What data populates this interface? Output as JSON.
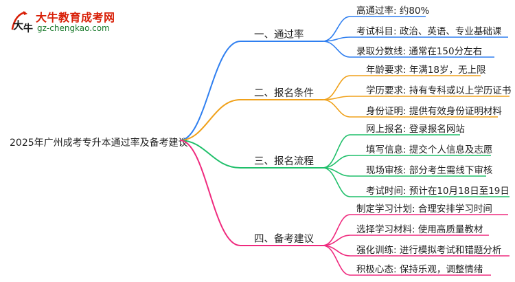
{
  "logo": {
    "name": "大牛教育成考网",
    "url": "gz-chengkao.com",
    "mark_text": "大牛"
  },
  "root": "2025年广州成考专升本通过率及备考建议",
  "colors": {
    "branch1": "#2f7ff0",
    "branch2": "#f0a11a",
    "branch3": "#1fbf6a",
    "branch4": "#ef2a7e"
  },
  "branches": [
    {
      "label": "一、通过率",
      "leaves": [
        "高通过率: 约80%",
        "考试科目: 政治、英语、专业基础课",
        "录取分数线: 通常在150分左右"
      ]
    },
    {
      "label": "二、报名条件",
      "leaves": [
        "年龄要求: 年满18岁，无上限",
        "学历要求: 持有专科或以上学历证书",
        "身份证明: 提供有效身份证明材料"
      ]
    },
    {
      "label": "三、报名流程",
      "leaves": [
        "网上报名: 登录报名网站",
        "填写信息: 提交个人信息及志愿",
        "现场审核: 部分考生需线下审核",
        "考试时间: 预计在10月18日至19日"
      ]
    },
    {
      "label": "四、备考建议",
      "leaves": [
        "制定学习计划: 合理安排学习时间",
        "选择学习材料: 使用高质量教材",
        "强化训练: 进行模拟考试和错题分析",
        "积极心态: 保持乐观，调整情绪"
      ]
    }
  ]
}
